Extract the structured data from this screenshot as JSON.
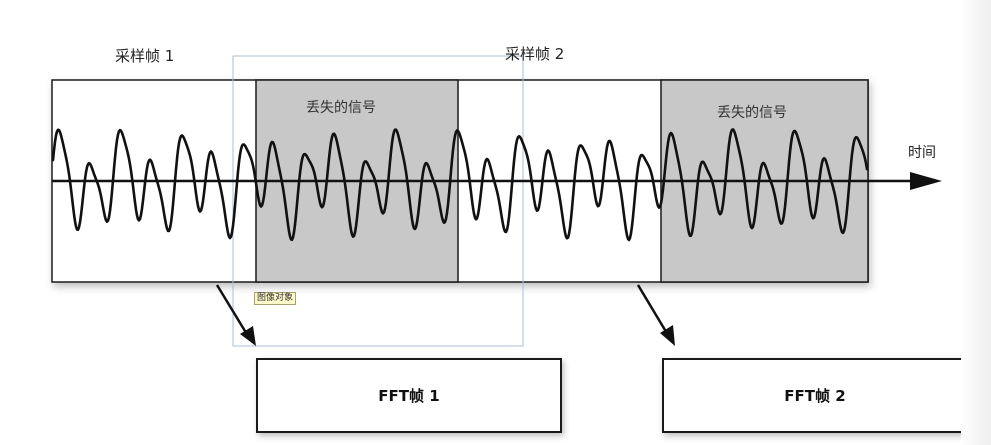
{
  "sampling_frame_1": "采样帧 1",
  "sampling_frame_2": "采样帧 2",
  "lost_signal_1": "丢失的信号",
  "lost_signal_2": "丢失的信号",
  "time_axis_label": "时间",
  "fft_frame_1": "FFT帧 1",
  "fft_frame_2": "FFT帧 2",
  "object_tag": "图像对象",
  "colors": {
    "lost_region_fill": "#c8c8c8",
    "signal_stroke": "#111111",
    "selection_outline": "#a9bfd6"
  }
}
